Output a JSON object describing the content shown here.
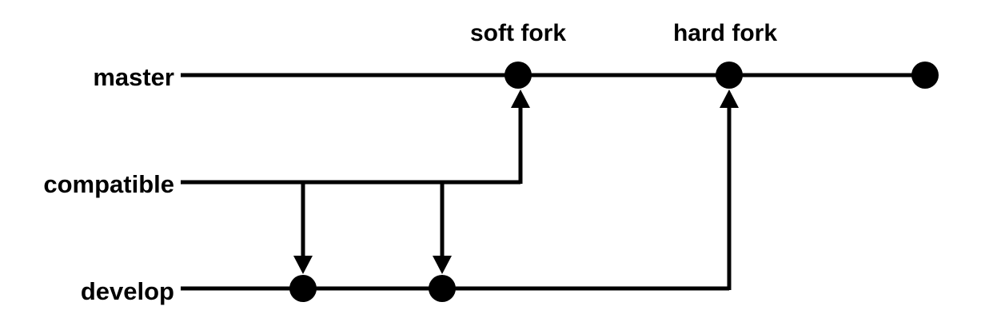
{
  "branches": {
    "master": "master",
    "compatible": "compatible",
    "develop": "develop"
  },
  "events": {
    "soft_fork": "soft fork",
    "hard_fork": "hard fork"
  },
  "colors": {
    "foreground": "#000000",
    "background": "#ffffff"
  }
}
